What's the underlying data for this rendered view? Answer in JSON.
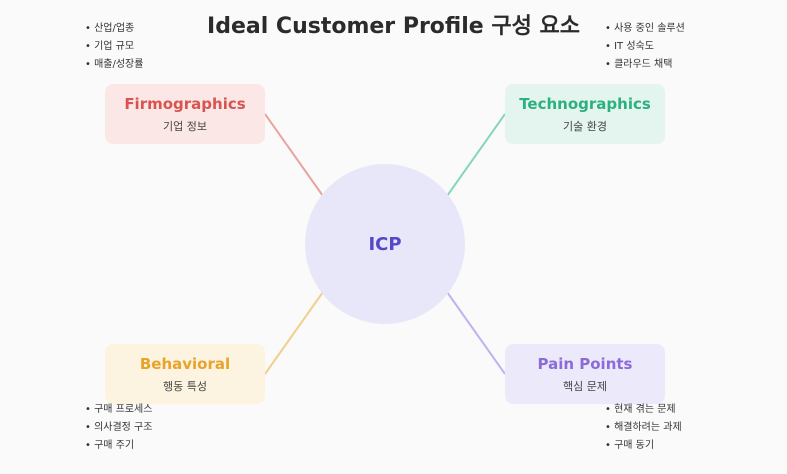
{
  "title": "Ideal Customer Profile 구성 요소",
  "hub": {
    "label": "ICP"
  },
  "colors": {
    "firmographics": "#d9534f",
    "technographics": "#2bb07f",
    "behavioral": "#e8a32a",
    "pain_points": "#8a6bd8",
    "hub": "#5248c8"
  },
  "nodes": {
    "firmographics": {
      "title": "Firmographics",
      "subtitle": "기업 정보",
      "notes": [
        "산업/업종",
        "기업 규모",
        "매출/성장률"
      ]
    },
    "technographics": {
      "title": "Technographics",
      "subtitle": "기술 환경",
      "notes": [
        "사용 중인 솔루션",
        "IT 성숙도",
        "클라우드 채택"
      ]
    },
    "behavioral": {
      "title": "Behavioral",
      "subtitle": "행동 특성",
      "notes": [
        "구매 프로세스",
        "의사결정 구조",
        "구매 주기"
      ]
    },
    "pain_points": {
      "title": "Pain Points",
      "subtitle": "핵심 문제",
      "notes": [
        "현재 겪는 문제",
        "해결하려는 과제",
        "구매 동기"
      ]
    }
  }
}
